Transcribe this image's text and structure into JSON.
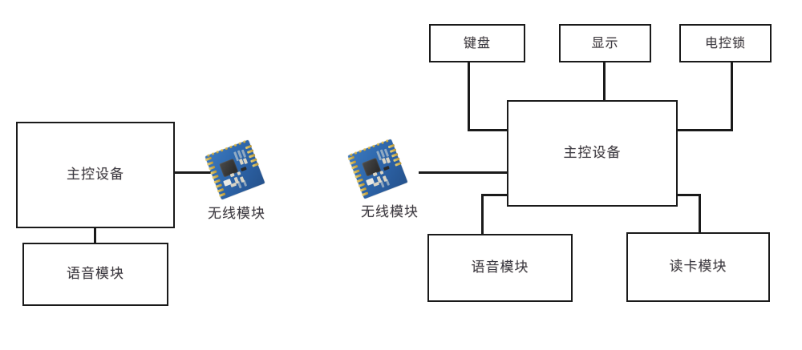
{
  "diagram": {
    "type": "block-diagram",
    "background_color": "#ffffff",
    "line_color": "#1a1a1a",
    "text_color": "#3c3c46",
    "pcb_accent_color": "#2f69ae",
    "pcb_pin_color": "#c9a43c",
    "left_diagram": {
      "name": "single-node-system",
      "nodes": {
        "main_controller": "主控设备",
        "voice_module": "语音模块",
        "wireless_module": "无线模块"
      }
    },
    "right_diagram": {
      "name": "full-access-control-system",
      "nodes": {
        "keypad": "键盘",
        "display": "显示",
        "electric_lock": "电控锁",
        "main_controller": "主控设备",
        "voice_module": "语音模块",
        "card_reader": "读卡模块",
        "wireless_module": "无线模块"
      }
    },
    "icons": {
      "wireless_pcb": "wireless-pcb-module-icon"
    }
  }
}
